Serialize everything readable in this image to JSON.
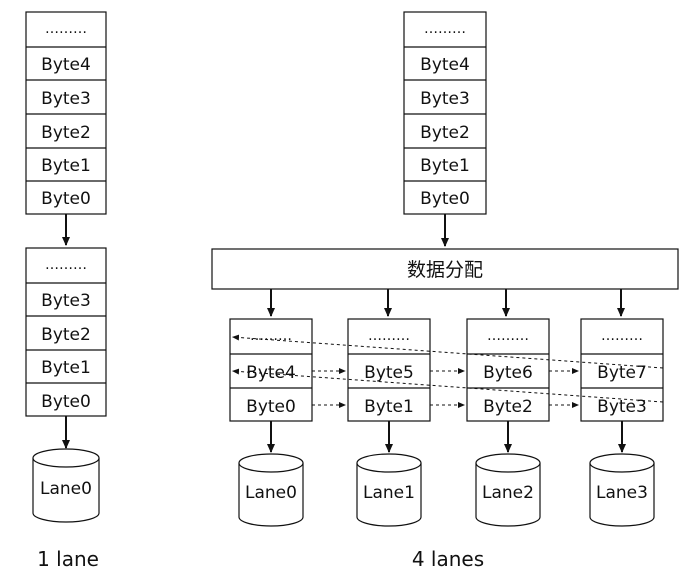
{
  "one_lane": {
    "input_stack": [
      "………",
      "Byte4",
      "Byte3",
      "Byte2",
      "Byte1",
      "Byte0"
    ],
    "lane_stack": [
      "………",
      "Byte3",
      "Byte2",
      "Byte1",
      "Byte0"
    ],
    "lane_label": "Lane0",
    "caption": "1 lane"
  },
  "four_lanes": {
    "input_stack": [
      "………",
      "Byte4",
      "Byte3",
      "Byte2",
      "Byte1",
      "Byte0"
    ],
    "distributor_label": "数据分配",
    "lanes": [
      {
        "label": "Lane0",
        "cells": [
          "………",
          "Byte4",
          "Byte0"
        ]
      },
      {
        "label": "Lane1",
        "cells": [
          "………",
          "Byte5",
          "Byte1"
        ]
      },
      {
        "label": "Lane2",
        "cells": [
          "………",
          "Byte6",
          "Byte2"
        ]
      },
      {
        "label": "Lane3",
        "cells": [
          "………",
          "Byte7",
          "Byte3"
        ]
      }
    ],
    "caption": "4 lanes"
  }
}
